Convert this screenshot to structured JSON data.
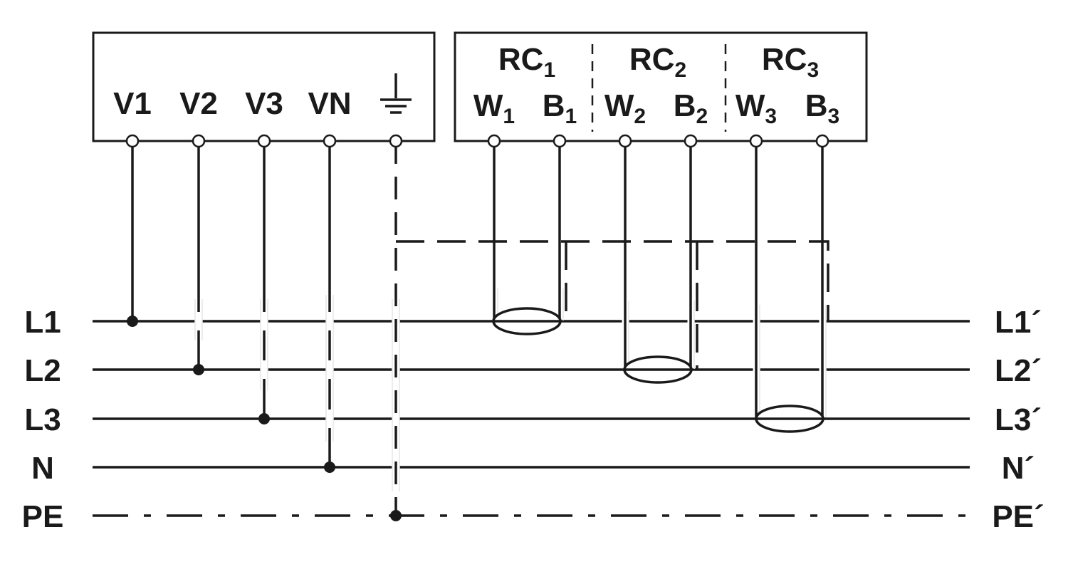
{
  "voltage_module": {
    "terminals": [
      "V1",
      "V2",
      "V3",
      "VN"
    ],
    "ground_icon": "ground-icon"
  },
  "rc_module": {
    "channels": [
      {
        "name": "RC",
        "index": "1",
        "white": "W",
        "black": "B"
      },
      {
        "name": "RC",
        "index": "2",
        "white": "W",
        "black": "B"
      },
      {
        "name": "RC",
        "index": "3",
        "white": "W",
        "black": "B"
      }
    ]
  },
  "lines_in": [
    "L1",
    "L2",
    "L3",
    "N",
    "PE"
  ],
  "lines_out": [
    "L1´",
    "L2´",
    "L3´",
    "N´",
    "PE´"
  ]
}
